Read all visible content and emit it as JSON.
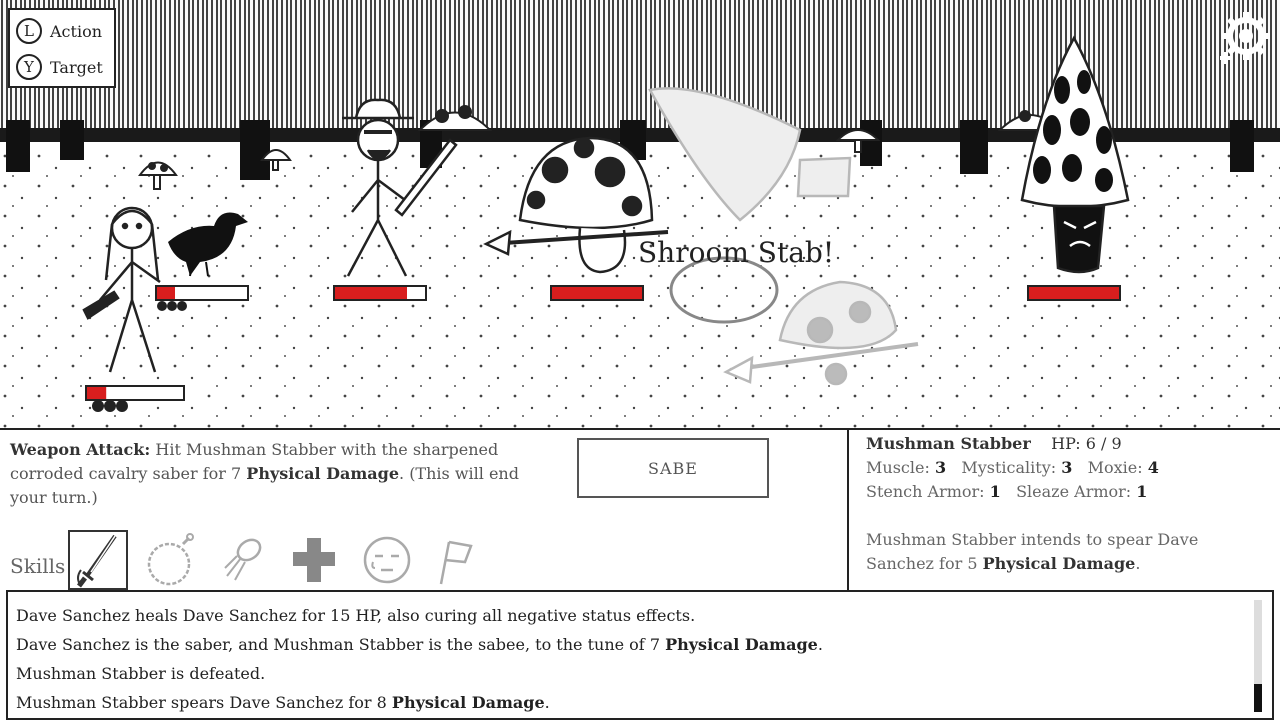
{
  "controls": {
    "action": {
      "button": "L",
      "label": "Action"
    },
    "target": {
      "button": "Y",
      "label": "Target"
    }
  },
  "combat_text": "Shroom Stab!",
  "health_bars": [
    {
      "unit": "crow",
      "fill": 0.2
    },
    {
      "unit": "cowboy",
      "fill": 0.8
    },
    {
      "unit": "mushman-stabber",
      "fill": 1.0
    },
    {
      "unit": "morel",
      "fill": 1.0
    },
    {
      "unit": "player",
      "fill": 0.2
    }
  ],
  "action_panel": {
    "desc_title": "Weapon Attack:",
    "desc_text": "Hit Mushman Stabber with the sharpened corroded cavalry saber for 7",
    "desc_damage": "Physical Damage",
    "desc_tail": ".  (This will end your turn.)",
    "confirm_label": "SABE",
    "skills_label": "Skills",
    "skills": [
      {
        "name": "saber-icon",
        "selected": true
      },
      {
        "name": "stopwatch-icon",
        "selected": false
      },
      {
        "name": "bean-icon",
        "selected": false
      },
      {
        "name": "heal-cross-icon",
        "selected": false
      },
      {
        "name": "face-icon",
        "selected": false
      },
      {
        "name": "flag-icon",
        "selected": false
      }
    ]
  },
  "target_panel": {
    "name": "Mushman Stabber",
    "hp_label": "HP: 6 / 9",
    "stats_row1": [
      {
        "label": "Muscle:",
        "value": "3"
      },
      {
        "label": "Mysticality:",
        "value": "3"
      },
      {
        "label": "Moxie:",
        "value": "4"
      }
    ],
    "stats_row2": [
      {
        "label": "Stench Armor:",
        "value": "1"
      },
      {
        "label": "Sleaze Armor:",
        "value": "1"
      }
    ],
    "intent_text": "Mushman Stabber intends to spear Dave Sanchez for 5",
    "intent_damage": "Physical Damage",
    "intent_tail": "."
  },
  "log": {
    "lines": [
      {
        "text": "Dave Sanchez heals Dave Sanchez for 15 HP, also curing all negative status effects.",
        "bold": "",
        "tail": ""
      },
      {
        "text": "Dave Sanchez is the saber, and Mushman Stabber is the sabee, to the tune of 7",
        "bold": "Physical Damage",
        "tail": "."
      },
      {
        "text": "Mushman Stabber is defeated.",
        "bold": "",
        "tail": ""
      },
      {
        "text": "Mushman Stabber spears Dave Sanchez for 8",
        "bold": "Physical Damage",
        "tail": "."
      }
    ]
  },
  "colors": {
    "hp_red": "#d81e1e",
    "hp_empty": "#ffffff",
    "ink": "#222222",
    "ghost": "#b8b8b8"
  }
}
